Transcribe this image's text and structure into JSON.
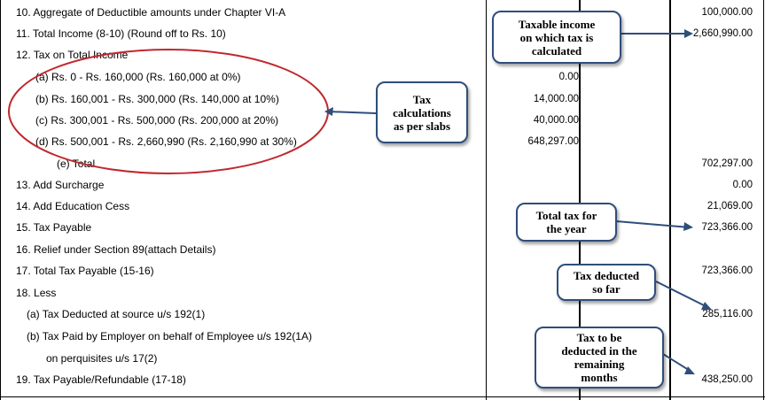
{
  "rows": [
    {
      "label": "10. Aggregate of Deductible amounts under Chapter VI-A",
      "amount_sub": "",
      "amount_total": "100,000.00"
    },
    {
      "label": "11. Total Income (8-10) (Round off to Rs. 10)",
      "amount_sub": "",
      "amount_total": "2,660,990.00"
    },
    {
      "label": "12. Tax on Total Income",
      "amount_sub": "",
      "amount_total": ""
    },
    {
      "label": "(a) Rs. 0 - Rs. 160,000 (Rs. 160,000 at 0%)",
      "amount_sub": "0.00",
      "amount_total": ""
    },
    {
      "label": "(b) Rs. 160,001 - Rs. 300,000 (Rs. 140,000 at 10%)",
      "amount_sub": "14,000.00",
      "amount_total": ""
    },
    {
      "label": "(c) Rs. 300,001 - Rs. 500,000 (Rs. 200,000 at 20%)",
      "amount_sub": "40,000.00",
      "amount_total": ""
    },
    {
      "label": "(d) Rs. 500,001 - Rs. 2,660,990 (Rs. 2,160,990 at 30%)",
      "amount_sub": "648,297.00",
      "amount_total": ""
    },
    {
      "label": "(e) Total",
      "amount_sub": "",
      "amount_total": "702,297.00"
    },
    {
      "label": "13. Add Surcharge",
      "amount_sub": "",
      "amount_total": "0.00"
    },
    {
      "label": "14. Add Education Cess",
      "amount_sub": "",
      "amount_total": "21,069.00"
    },
    {
      "label": "15. Tax Payable",
      "amount_sub": "",
      "amount_total": "723,366.00"
    },
    {
      "label": "16. Relief under Section 89(attach Details)",
      "amount_sub": "",
      "amount_total": ""
    },
    {
      "label": "17. Total Tax Payable (15-16)",
      "amount_sub": "",
      "amount_total": "723,366.00"
    },
    {
      "label": "18. Less",
      "amount_sub": "",
      "amount_total": ""
    },
    {
      "label": "(a) Tax Deducted at source u/s 192(1)",
      "amount_sub": "",
      "amount_total": "285,116.00"
    },
    {
      "label": "(b) Tax Paid by Employer on behalf of Employee u/s 192(1A)",
      "amount_sub": "",
      "amount_total": ""
    },
    {
      "label": "on perquisites u/s 17(2)",
      "amount_sub": "",
      "amount_total": ""
    },
    {
      "label": "19. Tax Payable/Refundable (17-18)",
      "amount_sub": "",
      "amount_total": "438,250.00"
    }
  ],
  "callouts": {
    "taxable_income": [
      "Taxable income",
      "on which tax is",
      "calculated"
    ],
    "slab_calc": [
      "Tax",
      "calculations",
      "as per slabs"
    ],
    "total_tax": [
      "Total tax for",
      "the year"
    ],
    "tax_deducted": [
      "Tax deducted",
      "so far"
    ],
    "tax_remaining": [
      "Tax to be",
      "deducted in the",
      "remaining",
      "months"
    ]
  },
  "colors": {
    "callout_border": "#2f4e7a",
    "ellipse": "#c0282e",
    "text": "#000000"
  }
}
